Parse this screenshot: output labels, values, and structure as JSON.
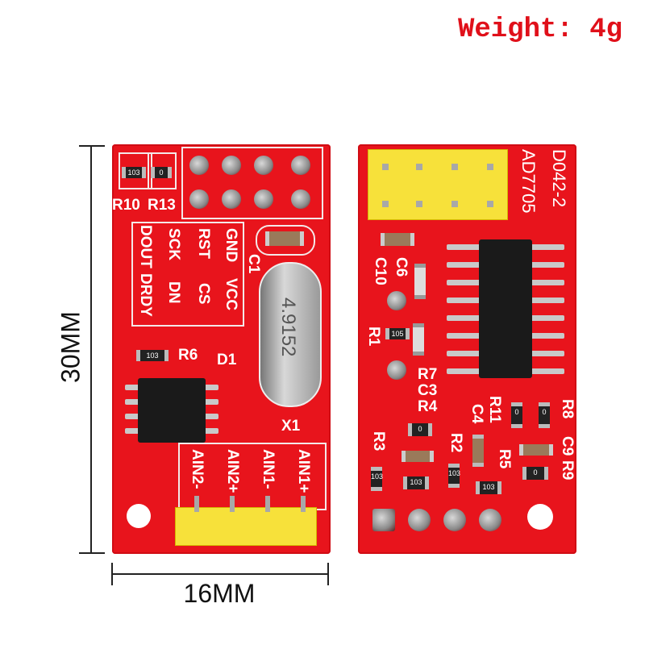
{
  "weight_label": "Weight: 4g",
  "dimensions": {
    "height": "30MM",
    "width": "16MM"
  },
  "left_board": {
    "labels": {
      "r10": "R10",
      "r13": "R13",
      "dout": "DOUT",
      "sck": "SCK",
      "rst": "RST",
      "gnd": "GND",
      "drdy": "DRDY",
      "dn": "DN",
      "cs": "CS",
      "vcc": "VCC",
      "c1": "C1",
      "r6": "R6",
      "d1": "D1",
      "crystal": "4.9152",
      "x1": "X1",
      "ain2m": "AIN2-",
      "ain2p": "AIN2+",
      "ain1m": "AIN1-",
      "ain1p": "AIN1+"
    },
    "res_codes": {
      "r10": "103",
      "r13": "0",
      "r6": "103"
    }
  },
  "right_board": {
    "labels": {
      "chip": "AD7705",
      "board": "D042-2",
      "c10": "C10",
      "c6": "C6",
      "r1": "R1",
      "r7": "R7",
      "c3": "C3",
      "r4": "R4",
      "c4": "C4",
      "r11": "R11",
      "r8": "R8",
      "r3": "R3",
      "r2": "R2",
      "r5": "R5",
      "r9": "R9",
      "c9": "C9"
    },
    "res_codes": {
      "r1": "105",
      "r4": "0",
      "r11": "0",
      "r8": "0",
      "r9": "0",
      "r3": "103",
      "r2": "103",
      "r5": "103",
      "r6b": "103"
    }
  }
}
